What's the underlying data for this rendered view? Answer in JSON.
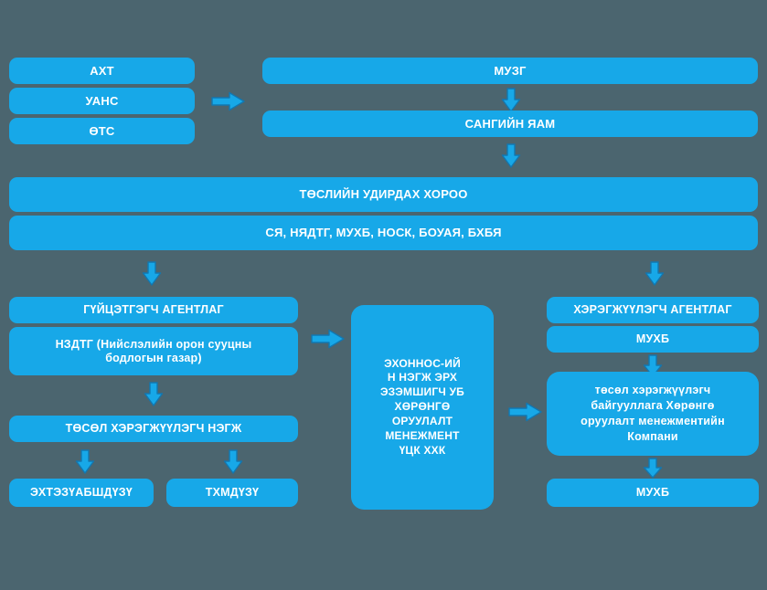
{
  "diagram": {
    "title": "Housing project organizational structure chart",
    "background_color": "#4b656f",
    "node_color": "#17a8e8",
    "text_color": "#ffffff",
    "arrow_color": "#17a8e8",
    "arrow_outline_color": "#1277b0"
  },
  "nodes": {
    "aht": "АХТ",
    "uans": "УАНС",
    "ots": "ӨТС",
    "muzg": "МУЗГ",
    "sangiin_yam": "САНГИЙН ЯАМ",
    "tuslin_udirdah_horoo": "ТӨСЛИЙН УДИРДАХ ХОРОО",
    "agencies_list": "СЯ, НЯДТГ, МУХБ, НОСК, БОУАЯ, БХБЯ",
    "guitsetgegch_agentlag": "ГҮЙЦЭТГЭГЧ АГЕНТЛАГ",
    "nzdtg": "НЗДТГ (Нийслэлийн орон сууцны\nбодлогын газар)",
    "tusul_hereggüülegch_negj": "ТӨСӨЛ ХЭРЭГЖҮҮЛЭГЧ НЭГЖ",
    "ehtezuabshdüzü": "ЭХТЭЗҮАБШДҮЗҮ",
    "thmdüzü": "ТХМДҮЗҮ",
    "center_company": "ЭХОННОС-ИЙ\nН НЭГЖ ЭРХ\nЭЗЭМШИГЧ УБ\nХӨРӨНГӨ\nОРУУЛАЛТ\nМЕНЕЖМЕНТ\nҮЦК ХХК",
    "heregjüülegch_agentlag": "ХЭРЭГЖҮҮЛЭГЧ АГЕНТЛАГ",
    "muhb_top": "МУХБ",
    "project_company": "төсөл хэрэгжүүлэгч\nбайгууллага Хөрөнгө\nоруулалт менежментийн\nКомпани",
    "muhb_bottom": "МУХБ"
  },
  "arrows": {
    "right_top": "arrow-right-icon",
    "down_muzg_to_sangiin": "arrow-down-icon",
    "down_sangiin_to_horoo": "arrow-down-icon",
    "down_to_guitsetgegch": "arrow-down-icon",
    "down_to_heregjüülegch": "arrow-down-icon",
    "down_nzdtg_to_negj": "arrow-down-icon",
    "down_negj_to_left_leaf": "arrow-down-icon",
    "down_negj_to_right_leaf": "arrow-down-icon",
    "right_to_center": "arrow-right-icon",
    "right_center_to_company": "arrow-right-icon",
    "down_muhb_to_company": "arrow-down-icon",
    "down_company_to_muhb": "arrow-down-icon"
  }
}
